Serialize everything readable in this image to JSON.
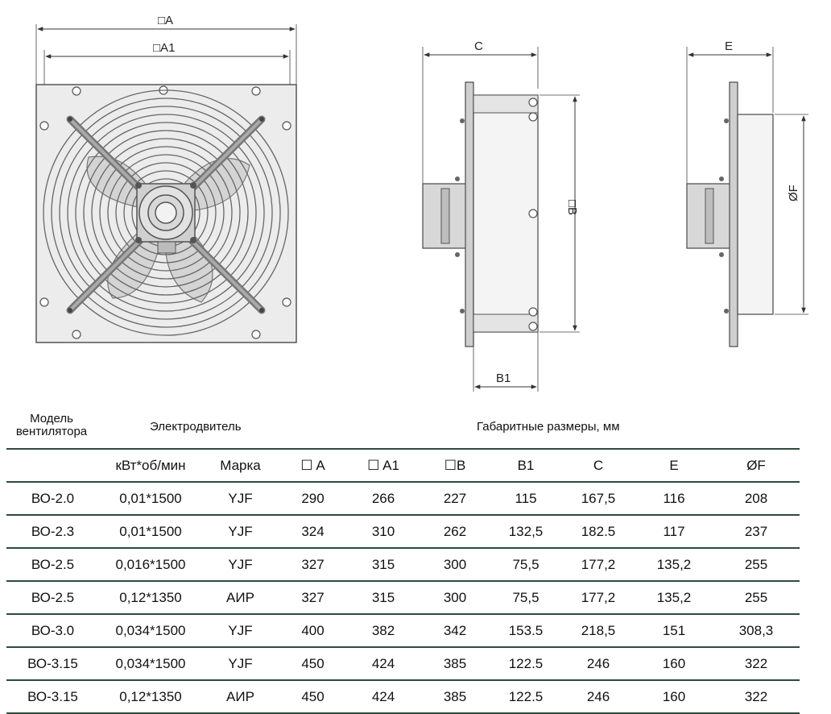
{
  "dimension_labels": {
    "A": "□A",
    "A1": "□A1",
    "B": "□B",
    "B1": "B1",
    "C": "C",
    "E": "E",
    "F": "ØF"
  },
  "table": {
    "model_header": "Модель\nвентилятора",
    "motor_header": "Электродвитель",
    "dims_header": "Габаритные размеры, мм",
    "columns": [
      "",
      "кВт*об/мин",
      "Марка",
      "☐ A",
      "☐ A1",
      "☐B",
      "B1",
      "C",
      "E",
      "ØF"
    ],
    "rows": [
      [
        "ВО-2.0",
        "0,01*1500",
        "YJF",
        "290",
        "266",
        "227",
        "115",
        "167,5",
        "116",
        "208"
      ],
      [
        "ВО-2.3",
        "0,01*1500",
        "YJF",
        "324",
        "310",
        "262",
        "132,5",
        "182.5",
        "117",
        "237"
      ],
      [
        "ВО-2.5",
        "0,016*1500",
        "YJF",
        "327",
        "315",
        "300",
        "75,5",
        "177,2",
        "135,2",
        "255"
      ],
      [
        "ВО-2.5",
        "0,12*1350",
        "АИР",
        "327",
        "315",
        "300",
        "75,5",
        "177,2",
        "135,2",
        "255"
      ],
      [
        "ВО-3.0",
        "0,034*1500",
        "YJF",
        "400",
        "382",
        "342",
        "153.5",
        "218,5",
        "151",
        "308,3"
      ],
      [
        "ВО-3.15",
        "0,034*1500",
        "YJF",
        "450",
        "424",
        "385",
        "122.5",
        "246",
        "160",
        "322"
      ],
      [
        "ВО-3.15",
        "0,12*1350",
        "АИР",
        "450",
        "424",
        "385",
        "122.5",
        "246",
        "160",
        "322"
      ]
    ]
  }
}
